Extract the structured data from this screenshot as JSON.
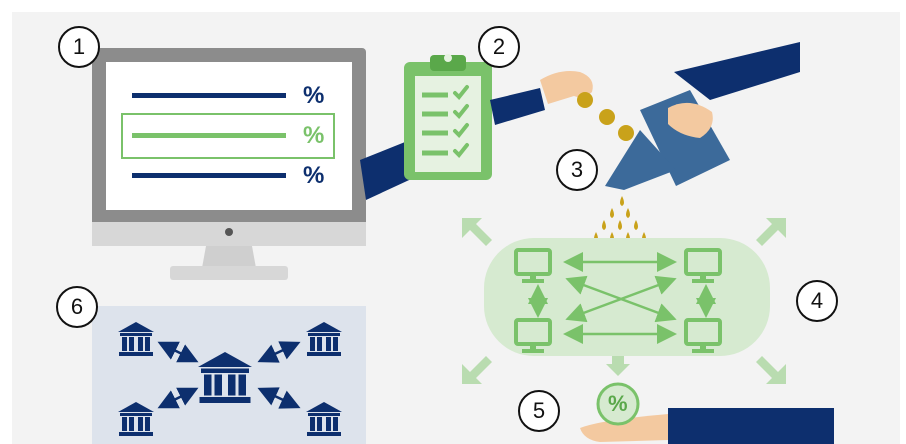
{
  "steps": [
    "1",
    "2",
    "3",
    "4",
    "5",
    "6"
  ],
  "monitor": {
    "rows": [
      {
        "symbol": "%",
        "highlighted": false
      },
      {
        "symbol": "%",
        "highlighted": true
      },
      {
        "symbol": "%",
        "highlighted": false
      }
    ]
  },
  "coin": {
    "symbol": "%"
  },
  "colors": {
    "navy": "#0d2f6e",
    "green": "#7ac26a",
    "light_green": "#d6ead0",
    "gray": "#8c8c8c",
    "steel_blue": "#3c6a9a",
    "gold": "#c9a21a",
    "panel_blue": "#dde3ec"
  },
  "icons": [
    "monitor-icon",
    "clipboard-checklist-icon",
    "watering-can-icon",
    "coin-icon",
    "bank-icon",
    "computer-network-icon",
    "hand-icon"
  ]
}
